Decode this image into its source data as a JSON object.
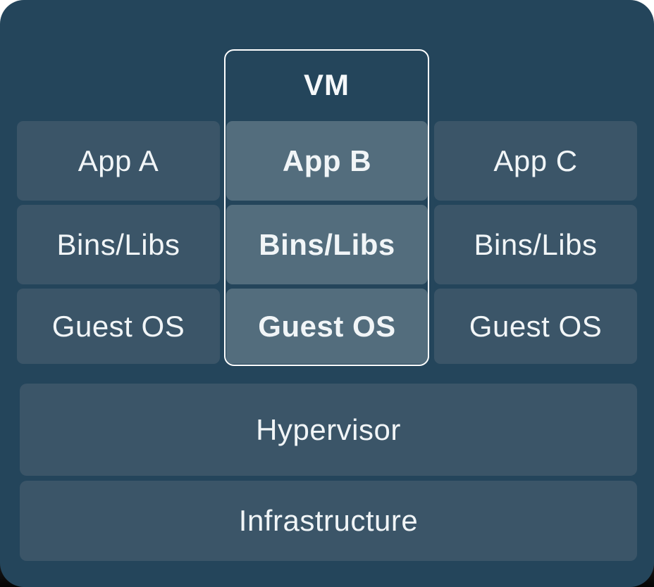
{
  "diagram": {
    "type": "virtual-machine-architecture",
    "vm": {
      "label": "VM"
    },
    "columns": [
      {
        "id": "left",
        "highlighted": false,
        "cells": [
          "App A",
          "Bins/Libs",
          "Guest OS"
        ]
      },
      {
        "id": "middle",
        "highlighted": true,
        "cells": [
          "App B",
          "Bins/Libs",
          "Guest OS"
        ]
      },
      {
        "id": "right",
        "highlighted": false,
        "cells": [
          "App C",
          "Bins/Libs",
          "Guest OS"
        ]
      }
    ],
    "layers": [
      {
        "label": "Hypervisor"
      },
      {
        "label": "Infrastructure"
      }
    ],
    "colors": {
      "canvas_background": "#24455b",
      "cell_background": "#3b5568",
      "highlighted_cell_background": "#536d7d",
      "vm_border": "#ffffff",
      "text": "#f1f5f7"
    }
  }
}
